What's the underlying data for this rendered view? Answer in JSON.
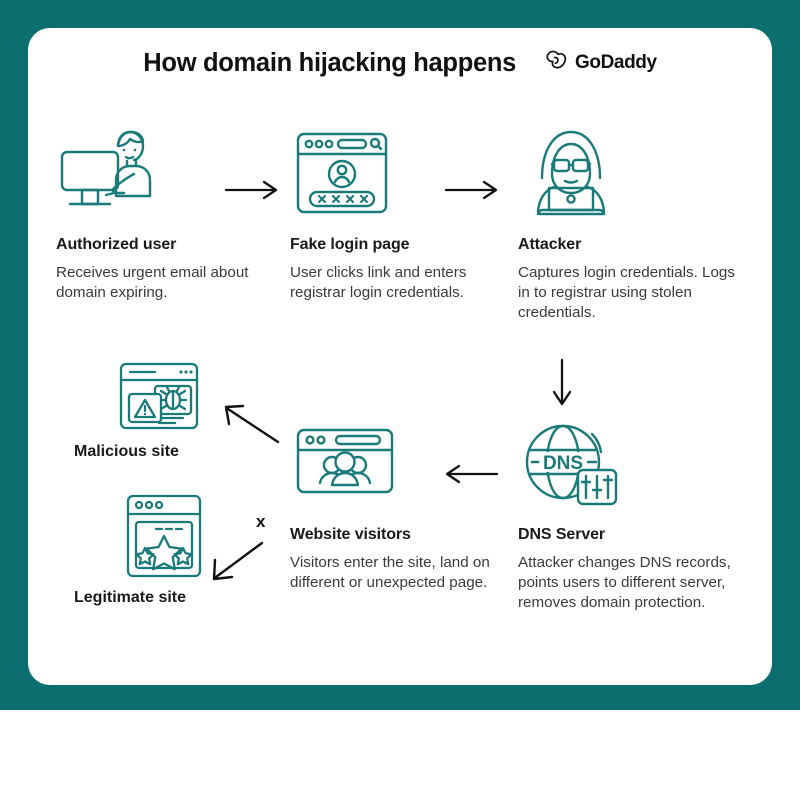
{
  "meta": {
    "background_color": "#0d6e70",
    "card_color": "#ffffff",
    "icon_stroke_color": "#1a7a7a",
    "arrow_color": "#111111",
    "title_color": "#111111",
    "body_text_color": "#3a3a3a"
  },
  "header": {
    "title": "How domain hijacking happens",
    "logo_text": "GoDaddy",
    "logo_icon": "godaddy-heart-mark-icon"
  },
  "steps": [
    {
      "id": "authorized-user",
      "title": "Authorized user",
      "desc": "Receives urgent email about domain expiring.",
      "icon": "person-at-desktop-monitor-icon"
    },
    {
      "id": "fake-login-page",
      "title": "Fake login page",
      "desc": "User clicks link and enters registrar login credentials.",
      "icon": "browser-login-form-icon"
    },
    {
      "id": "attacker",
      "title": "Attacker",
      "desc": "Captures login credentials. Logs in to registrar using stolen credentials.",
      "icon": "hooded-hacker-laptop-icon"
    },
    {
      "id": "dns-server",
      "title": "DNS Server",
      "desc": "Attacker changes DNS records, points users to different server, removes domain protection.",
      "icon": "dns-globe-settings-icon",
      "globe_label": "DNS"
    },
    {
      "id": "website-visitors",
      "title": "Website visitors",
      "desc": "Visitors enter the site, land on different or unexpected  page.",
      "icon": "browser-people-group-icon"
    }
  ],
  "outcomes": [
    {
      "id": "malicious-site",
      "label": "Malicious site",
      "icon": "browser-warning-bug-icon"
    },
    {
      "id": "legitimate-site",
      "label": "Legitimate site",
      "icon": "browser-stars-rating-icon"
    }
  ],
  "arrows": [
    {
      "id": "user-to-fake-login",
      "direction": "right"
    },
    {
      "id": "fake-login-to-attacker",
      "direction": "right"
    },
    {
      "id": "attacker-to-dns",
      "direction": "down"
    },
    {
      "id": "dns-to-visitors",
      "direction": "left"
    },
    {
      "id": "visitors-to-malicious",
      "direction": "up-left"
    },
    {
      "id": "visitors-to-legitimate-blocked",
      "direction": "down-left",
      "marker": "x"
    }
  ],
  "markers": {
    "blocked_x": "x"
  }
}
